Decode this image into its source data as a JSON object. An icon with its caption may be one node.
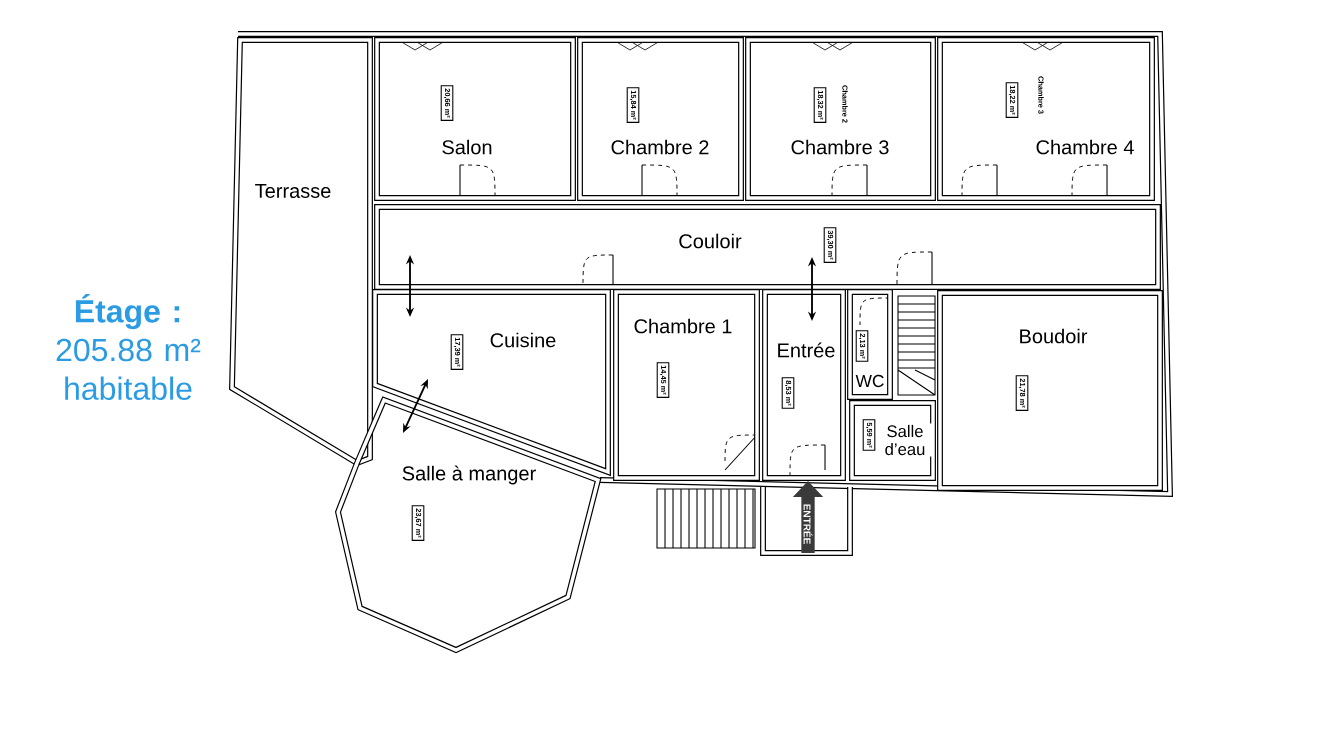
{
  "diagram": {
    "title": "**Étage :** 205.88 m² habitable",
    "nodes": [
      {
        "text": [
          "Terrasse"
        ]
      },
      {
        "text": [
          "Salon",
          "20,66 m²"
        ]
      },
      {
        "text": [
          "Chambre 2",
          "15,84 m²"
        ]
      },
      {
        "text": [
          "Chambre 3",
          "18,32 m²",
          "Chambre 2"
        ]
      },
      {
        "text": [
          "Chambre 4",
          "18,22 m²",
          "Chambre 3"
        ]
      },
      {
        "text": [
          "Couloir",
          "39,30 m²"
        ]
      },
      {
        "text": [
          "Cuisine",
          "17,39 m²"
        ]
      },
      {
        "text": [
          "Chambre 1",
          "14,45 m²"
        ]
      },
      {
        "text": [
          "Entrée",
          "8,53 m²"
        ]
      },
      {
        "text": [
          "WC",
          "2,13 m²"
        ]
      },
      {
        "text": [
          "Salle d’eau",
          "5,59 m²"
        ]
      },
      {
        "text": [
          "Boudoir",
          "21,78 m²"
        ]
      },
      {
        "text": [
          "Salle à manger",
          "23,67 m²"
        ]
      },
      {
        "text": [],
        "shape": "box"
      }
    ],
    "edges": [
      {
        "from": 5,
        "to": 6,
        "arrow": "both"
      },
      {
        "from": 6,
        "to": 12,
        "arrow": "both"
      },
      {
        "from": 5,
        "to": 8,
        "arrow": "both"
      },
      {
        "from": 13,
        "to": 8,
        "arrow": "to",
        "label": "ENTRÉE",
        "style": "thick",
        "color": "#3a3a3a"
      }
    ]
  }
}
